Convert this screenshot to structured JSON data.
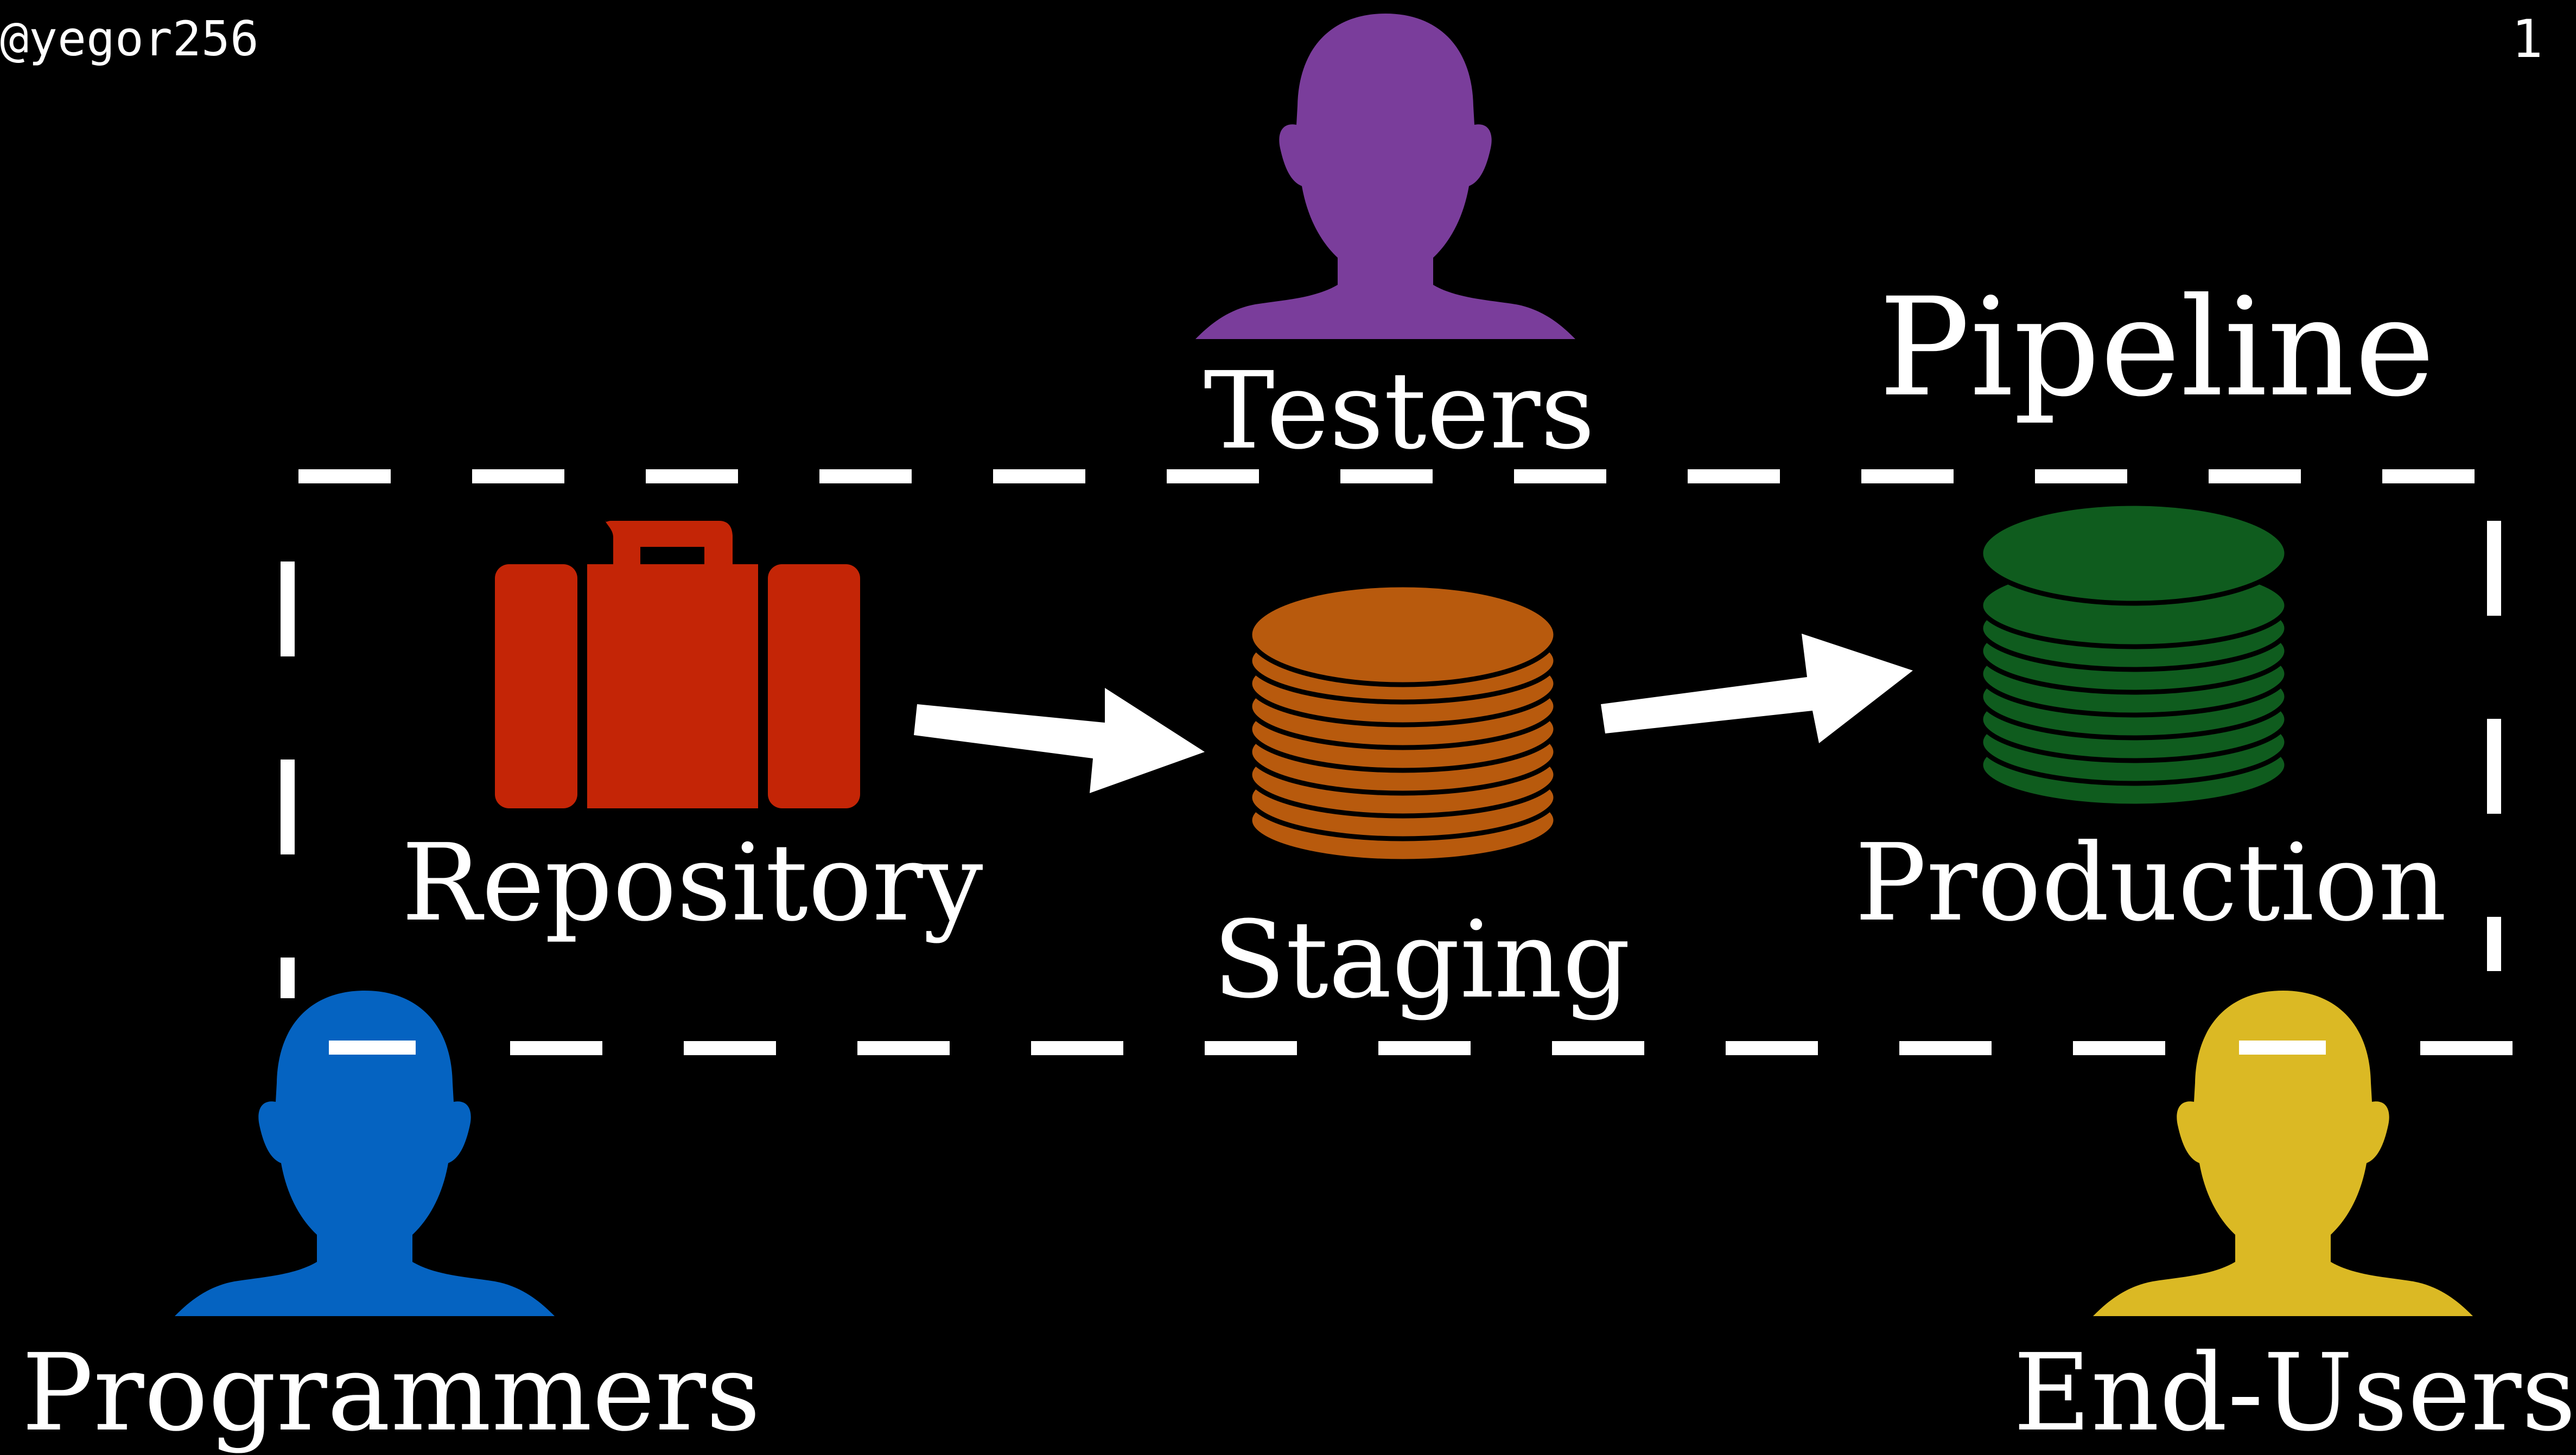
{
  "header": {
    "handle": "@yegor256",
    "slide_number": "1"
  },
  "diagram": {
    "title": "Pipeline",
    "nodes": {
      "repository": {
        "label": "Repository",
        "icon": "briefcase-icon",
        "color": "#c42506"
      },
      "staging": {
        "label": "Staging",
        "icon": "database-icon",
        "color": "#b85a0d"
      },
      "production": {
        "label": "Production",
        "icon": "database-icon",
        "color": "#0f5c1e"
      }
    },
    "actors": {
      "testers": {
        "label": "Testers",
        "icon": "person-icon",
        "color": "#7a3d9b"
      },
      "programmers": {
        "label": "Programmers",
        "icon": "person-icon",
        "color": "#0563c1"
      },
      "end_users": {
        "label": "End-Users",
        "icon": "person-icon",
        "color": "#dbb924"
      }
    },
    "edges": [
      {
        "from": "repository",
        "to": "staging"
      },
      {
        "from": "staging",
        "to": "production"
      }
    ]
  }
}
